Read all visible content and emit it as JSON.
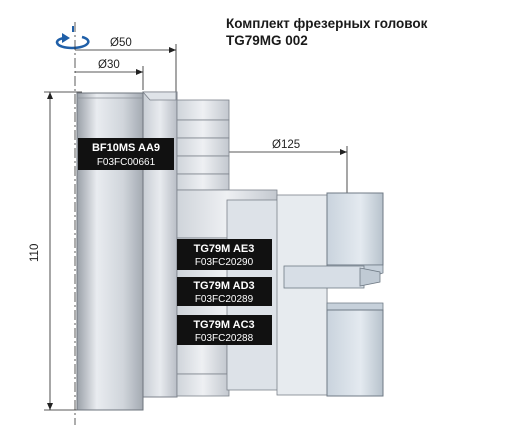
{
  "header": {
    "title_line1": "Комплект фрезерных головок",
    "title_line2": "TG79MG 002"
  },
  "dimensions": {
    "d50": "Ø50",
    "d30": "Ø30",
    "d125": "Ø125",
    "height": "110"
  },
  "components": [
    {
      "name": "BF10MS AA9",
      "code": "F03FC00661"
    },
    {
      "name": "TG79M AE3",
      "code": "F03FC20290"
    },
    {
      "name": "TG79M AD3",
      "code": "F03FC20289"
    },
    {
      "name": "TG79M AC3",
      "code": "F03FC20288"
    }
  ],
  "colors": {
    "background": "#ffffff",
    "metal_light": "#e6e9ee",
    "metal_mid": "#bfc5cd",
    "metal_dark": "#8a9099",
    "cutter_blue": "#d4dde6",
    "label_bg": "#111111",
    "label_text": "#ffffff",
    "rotation_arrow": "#1f5fa8"
  },
  "icons": {
    "rotation": "rotation-arrow-icon"
  }
}
